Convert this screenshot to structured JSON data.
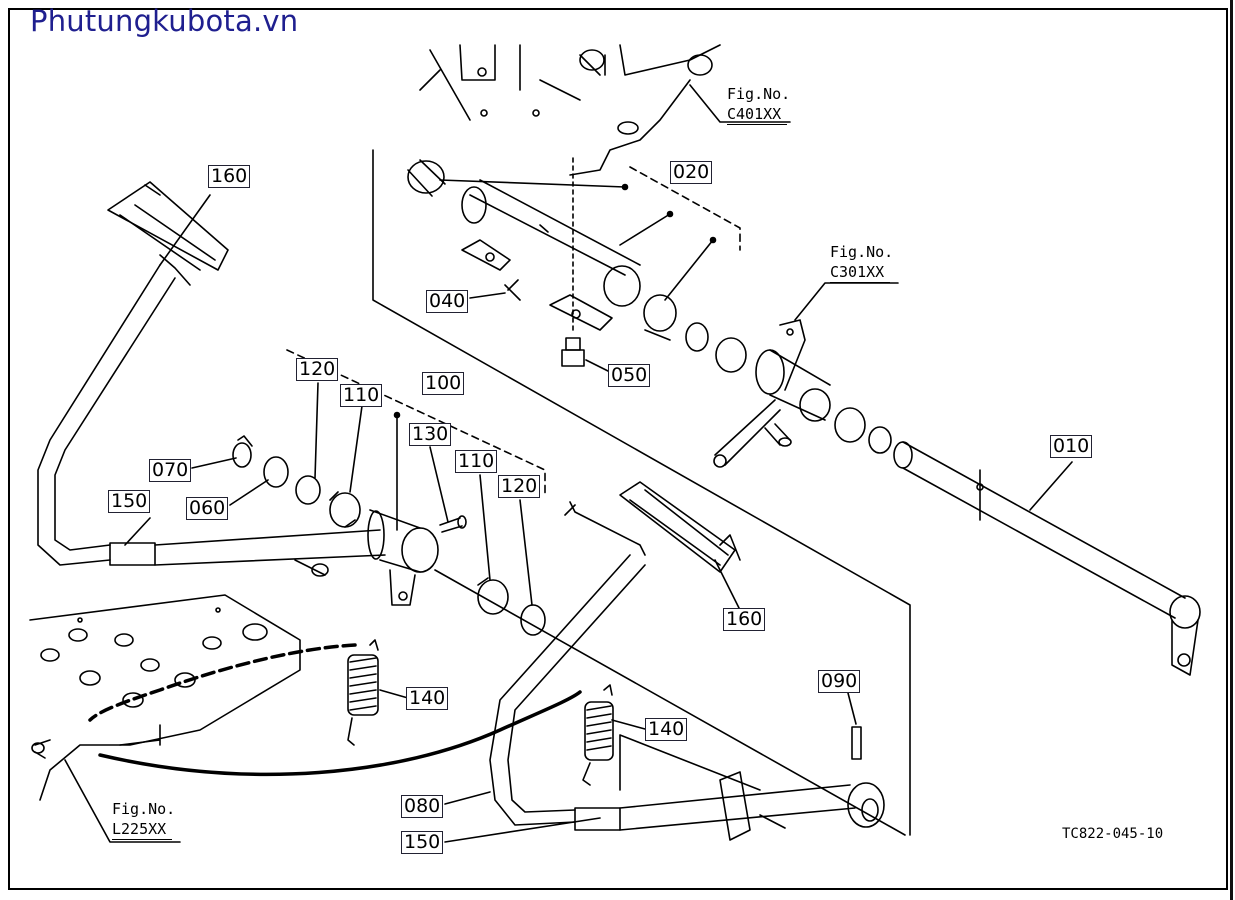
{
  "watermark": "Phutungkubota.vn",
  "callouts": {
    "c010": "010",
    "c020": "020",
    "c040": "040",
    "c050": "050",
    "c060": "060",
    "c070": "070",
    "c080": "080",
    "c090": "090",
    "c100": "100",
    "c110a": "110",
    "c110b": "110",
    "c120a": "120",
    "c120b": "120",
    "c130": "130",
    "c140a": "140",
    "c140b": "140",
    "c150a": "150",
    "c150b": "150",
    "c160a": "160",
    "c160b": "160"
  },
  "figrefs": {
    "f1": {
      "label": "Fig.No.",
      "num": "C401XX"
    },
    "f2": {
      "label": "Fig.No.",
      "num": "C301XX"
    },
    "f3": {
      "label": "Fig.No.",
      "num": "L225XX"
    }
  },
  "drawing_code": "TC822-045-10"
}
